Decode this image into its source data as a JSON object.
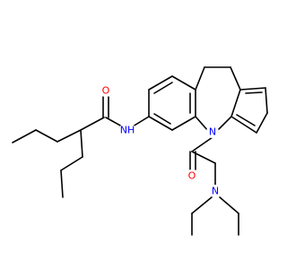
{
  "colors": {
    "background": "#ffffff",
    "bond": "#000000",
    "oxygen": "#ff0000",
    "nitrogen": "#0000ff"
  },
  "atoms": {
    "amide_oxygen": {
      "text": "O",
      "element": "oxygen"
    },
    "amide_nh": {
      "text": "NH",
      "element": "nitrogen"
    },
    "ring_nitrogen": {
      "text": "N",
      "element": "nitrogen"
    },
    "acyl_oxygen": {
      "text": "O",
      "element": "oxygen"
    },
    "amine_nitrogen": {
      "text": "N",
      "element": "nitrogen"
    }
  }
}
